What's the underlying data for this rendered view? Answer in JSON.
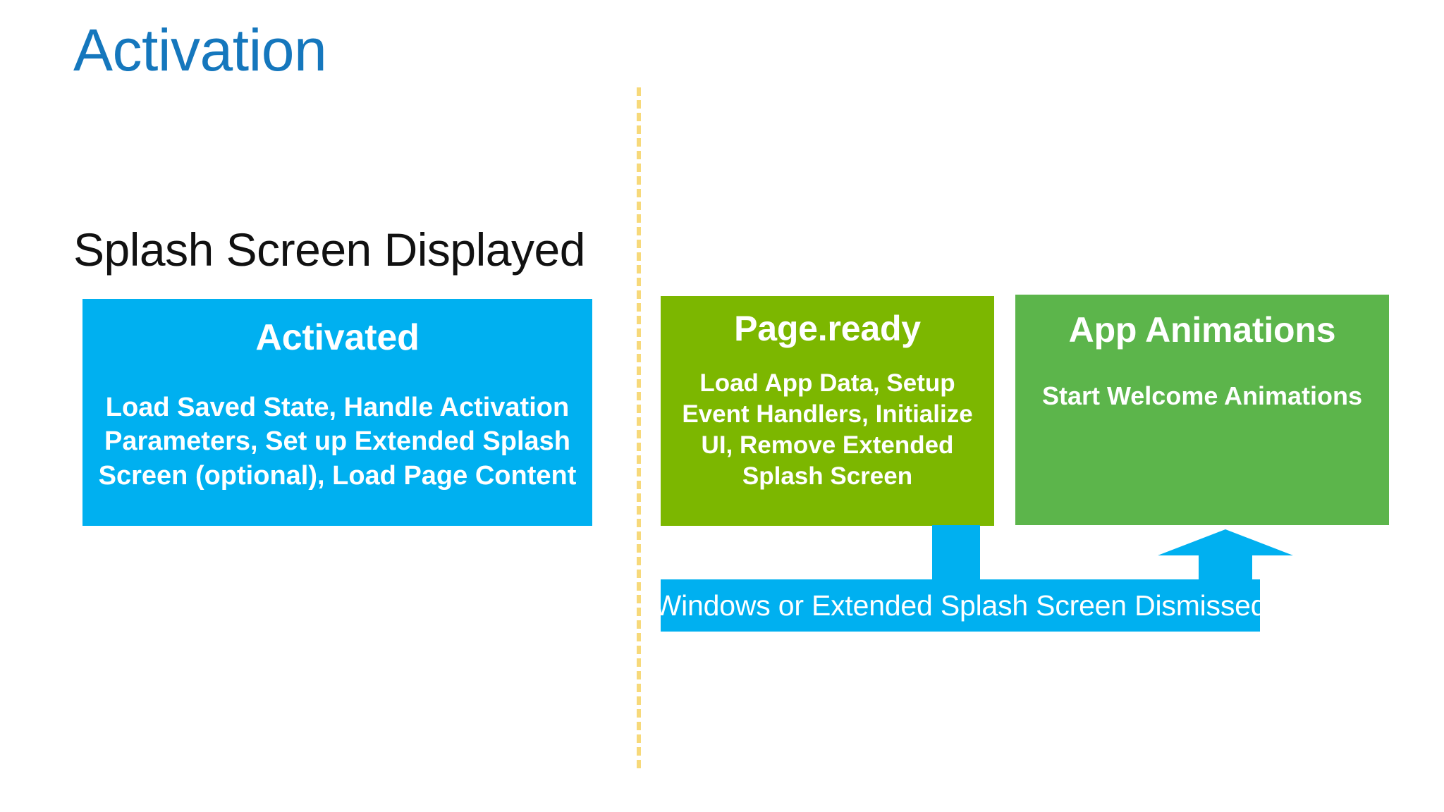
{
  "slide": {
    "title": "Activation",
    "section_heading": "Splash Screen Displayed"
  },
  "colors": {
    "title_blue": "#1577bd",
    "activated_box": "#00b0f0",
    "pageready_box": "#7cb700",
    "appanimations_box": "#5cb54b",
    "connector_blue": "#00b0f0",
    "divider_yellow": "#f7d97a",
    "heading_black": "#111111",
    "box_text": "#ffffff",
    "background": "#ffffff"
  },
  "stages": [
    {
      "id": "activated",
      "title": "Activated",
      "body": "Load Saved State, Handle Activation Parameters, Set up Extended Splash Screen (optional), Load Page Content",
      "color": "#00b0f0"
    },
    {
      "id": "pageready",
      "title": "Page.ready",
      "body": "Load App Data, Setup Event Handlers, Initialize UI, Remove Extended Splash Screen",
      "color": "#7cb700"
    },
    {
      "id": "appanimations",
      "title": "App Animations",
      "body": "Start Welcome Animations",
      "color": "#5cb54b"
    }
  ],
  "connector": {
    "label": "Windows or Extended Splash Screen Dismissed",
    "color": "#00b0f0",
    "arrow_direction": "up"
  },
  "divider": {
    "style": "dashed-vertical",
    "color": "#f7d97a"
  }
}
